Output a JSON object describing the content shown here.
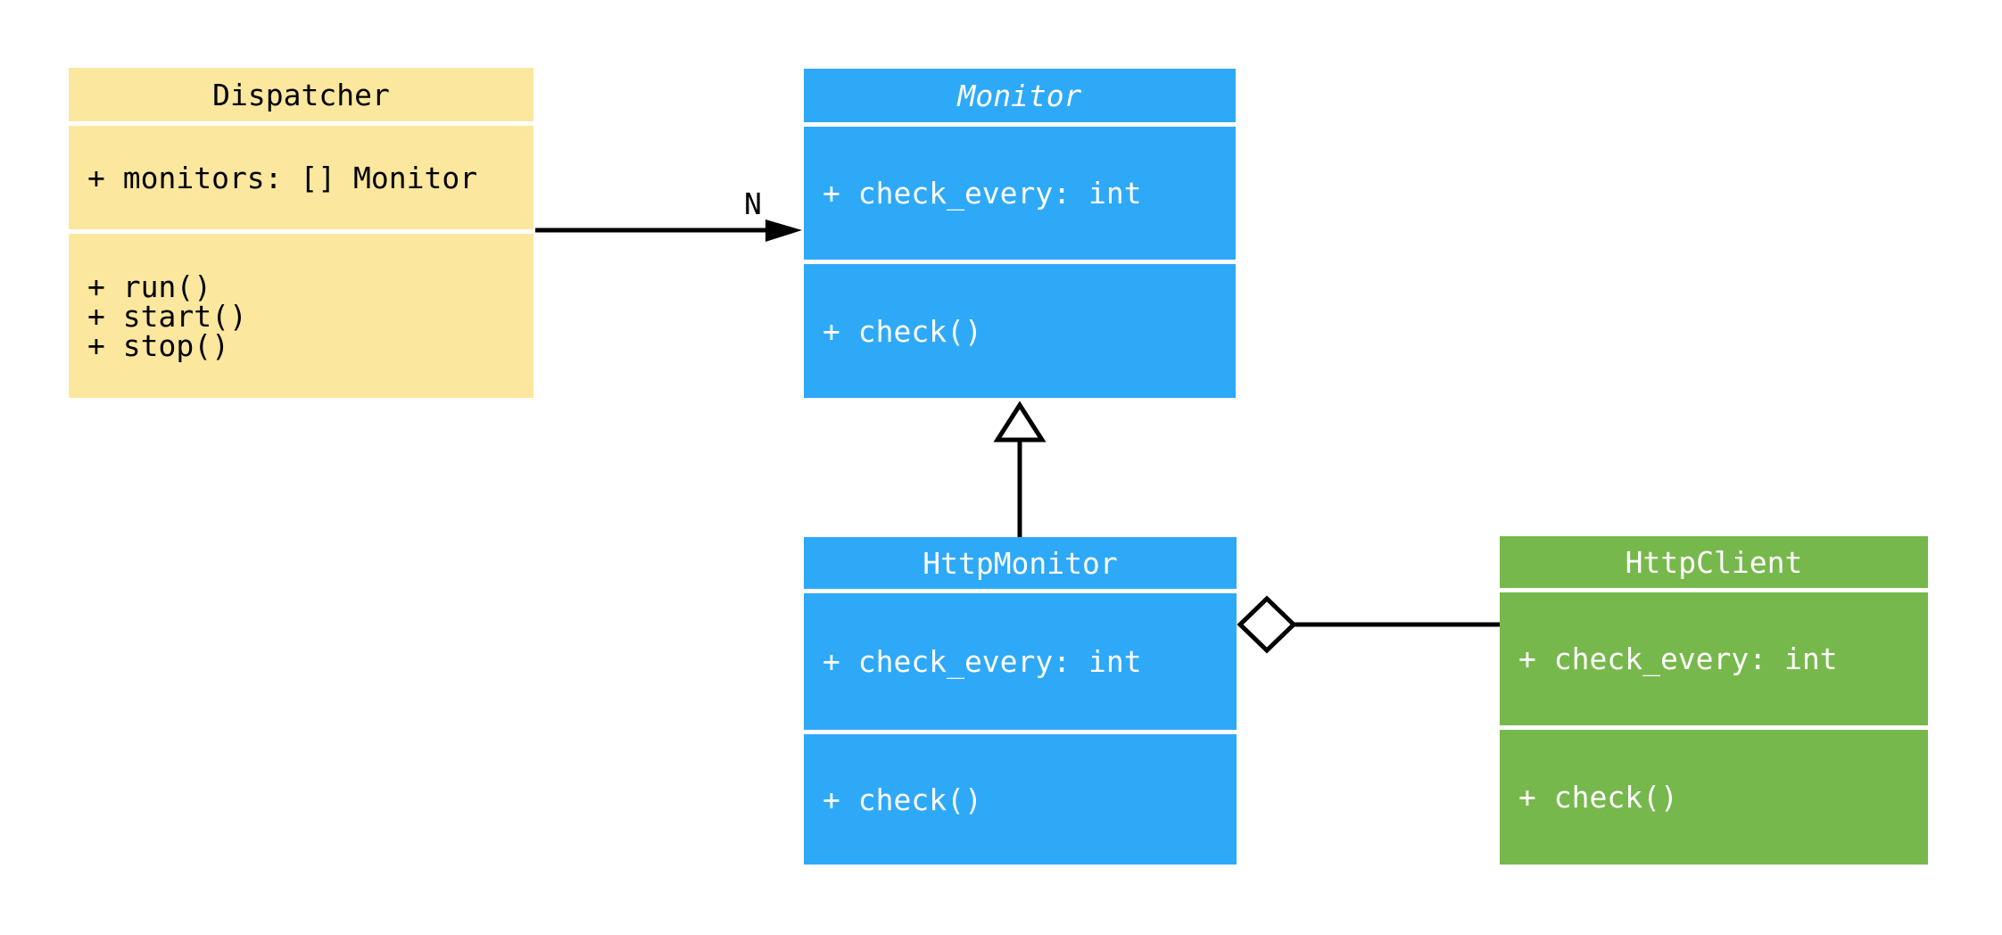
{
  "diagram": {
    "kind": "uml-class-diagram",
    "background_color": "#ffffff",
    "line_color": "#000000",
    "classes": [
      {
        "name": "Dispatcher",
        "abstract": false,
        "fill_color": "#FBE79E",
        "text_color": "#000000",
        "attributes": [
          "+ monitors: [] Monitor"
        ],
        "methods": [
          "+ run()",
          "+ start()",
          "+ stop()"
        ]
      },
      {
        "name": "Monitor",
        "abstract": true,
        "fill_color": "#2EA9F8",
        "text_color": "#ffffff",
        "attributes": [
          "+ check_every: int"
        ],
        "methods": [
          "+ check()"
        ]
      },
      {
        "name": "HttpMonitor",
        "abstract": false,
        "fill_color": "#2EA9F8",
        "text_color": "#ffffff",
        "attributes": [
          "+ check_every: int"
        ],
        "methods": [
          "+ check()"
        ]
      },
      {
        "name": "HttpClient",
        "abstract": false,
        "fill_color": "#77B84C",
        "text_color": "#ffffff",
        "attributes": [
          "+ check_every: int"
        ],
        "methods": [
          "+ check()"
        ]
      }
    ],
    "relationships": [
      {
        "from": "Dispatcher",
        "to": "Monitor",
        "type": "association",
        "arrow": "filled-arrowhead",
        "label": "N"
      },
      {
        "from": "HttpMonitor",
        "to": "Monitor",
        "type": "inheritance",
        "arrow": "hollow-triangle",
        "label": ""
      },
      {
        "from": "HttpMonitor",
        "to": "HttpClient",
        "type": "aggregation",
        "arrow": "hollow-diamond",
        "label": ""
      }
    ]
  }
}
